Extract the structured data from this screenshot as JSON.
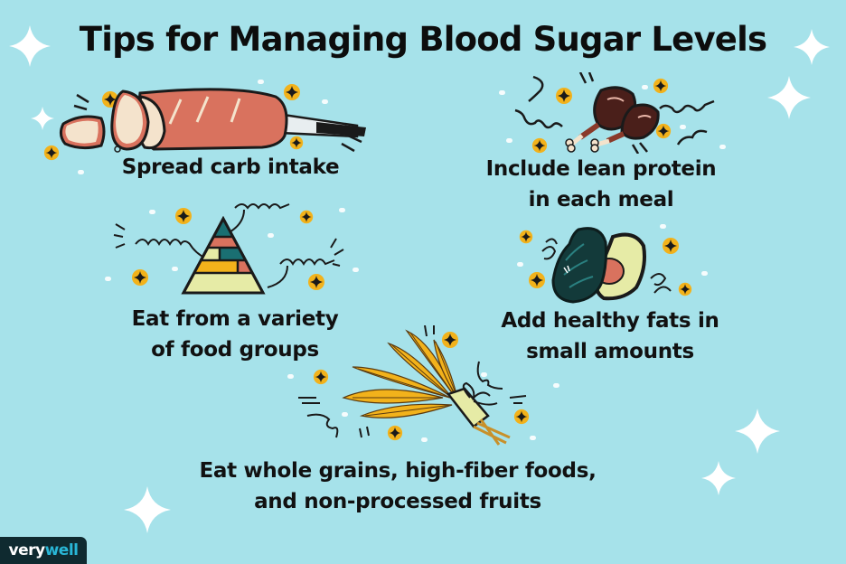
{
  "title": "Tips for Managing Blood Sugar Levels",
  "tips": [
    {
      "id": "carb",
      "lines": [
        "Spread carb intake"
      ],
      "illustration": "bread-loaf-knife-icon"
    },
    {
      "id": "protein",
      "lines": [
        "Include lean protein",
        "in each meal"
      ],
      "illustration": "chicken-drumsticks-icon"
    },
    {
      "id": "variety",
      "lines": [
        "Eat from a variety",
        "of food groups"
      ],
      "illustration": "food-pyramid-icon"
    },
    {
      "id": "fats",
      "lines": [
        "Add healthy fats in",
        "small amounts"
      ],
      "illustration": "avocado-icon"
    },
    {
      "id": "grains",
      "lines": [
        "Eat whole grains, high-fiber foods,",
        "and non-processed fruits"
      ],
      "illustration": "wheat-bundle-icon"
    }
  ],
  "brand": {
    "part1": "very",
    "part2": "well"
  },
  "colors": {
    "background": "#a6e2ea",
    "text": "#111111",
    "accent_gold": "#f2b21b",
    "bread": "#d9725e",
    "teal": "#1a6f72",
    "pale_yellow": "#e6eba6",
    "logo_bg": "#0f2a30",
    "logo_accent": "#29b6d6"
  }
}
